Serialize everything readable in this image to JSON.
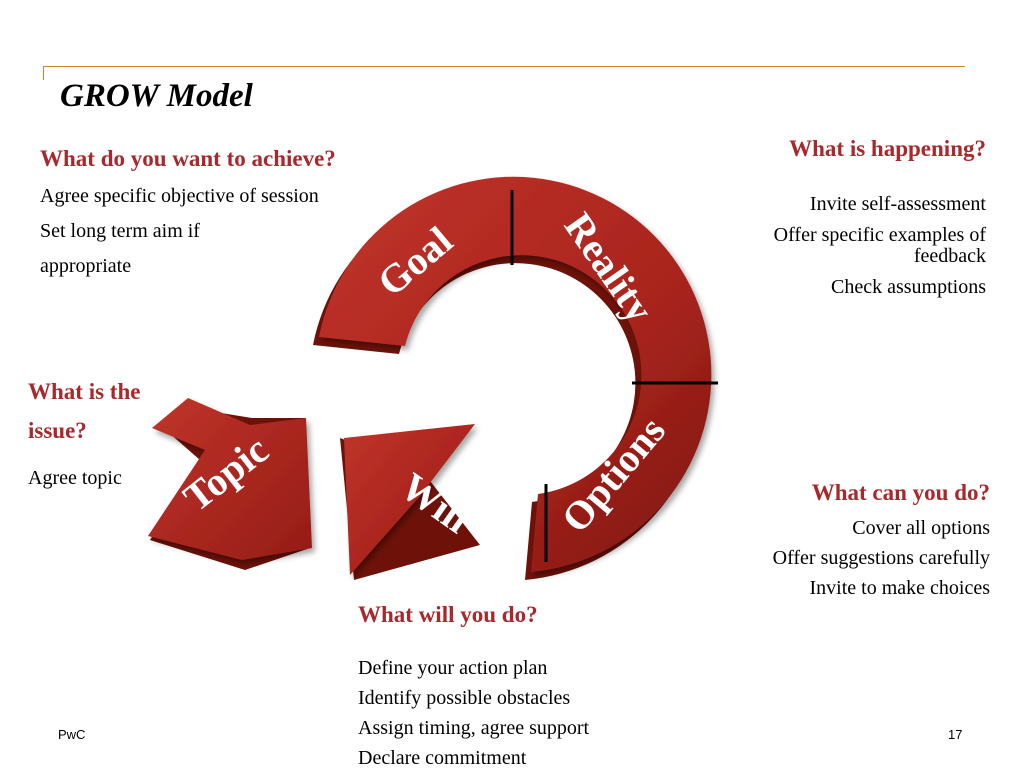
{
  "slide": {
    "title": "GROW Model",
    "footer_left": "PwC",
    "page_number": "17"
  },
  "diagram": {
    "segments": [
      "Goal",
      "Reality",
      "Options",
      "Will",
      "Topic"
    ],
    "colors": {
      "segment_fill": "#a8241d",
      "text_accent": "#a8282b",
      "rule": "#d9822b"
    }
  },
  "goal": {
    "heading": "What do you want to achieve?",
    "lines": [
      "Agree specific objective of session",
      "Set long term aim if",
      "appropriate"
    ]
  },
  "reality": {
    "heading": "What is happening?",
    "lines": [
      "Invite self-assessment",
      "Offer specific examples of feedback",
      "Check assumptions"
    ]
  },
  "topic": {
    "heading_line1": "What is the",
    "heading_line2": "issue?",
    "lines": [
      "Agree topic"
    ]
  },
  "options": {
    "heading": "What  can you do?",
    "lines": [
      "Cover all options",
      "Offer suggestions carefully",
      "Invite to make choices"
    ]
  },
  "will": {
    "heading": "What will you do?",
    "lines": [
      "Define  your action plan",
      "Identify possible obstacles",
      "Assign timing, agree support",
      "Declare commitment"
    ]
  }
}
